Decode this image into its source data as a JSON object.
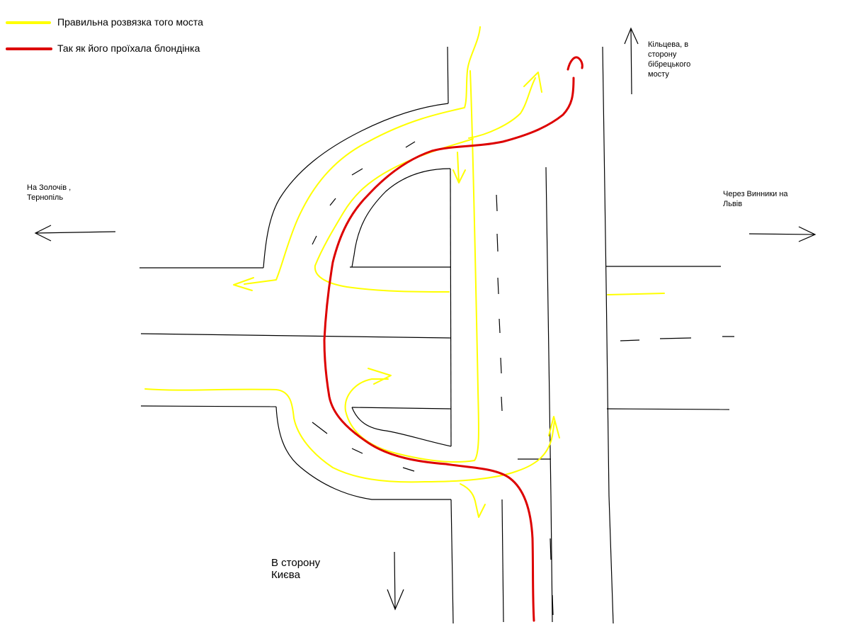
{
  "legend": {
    "correct_label": "Правильна розвязка того моста",
    "correct_color": "#ffff00",
    "blonde_label": "Так як його проїхала блондінка",
    "blonde_color": "#dd0000"
  },
  "labels": {
    "west_line1": "На Золочів ,",
    "west_line2": "Тернопіль",
    "east_line1": "Через Винники на",
    "east_line2": "Львів",
    "north_line1": "Кільцева, в",
    "north_line2": "сторону",
    "north_line3": "бібрецького",
    "north_line4": "мосту",
    "south_line1": "В сторону",
    "south_line2": "Києва"
  }
}
